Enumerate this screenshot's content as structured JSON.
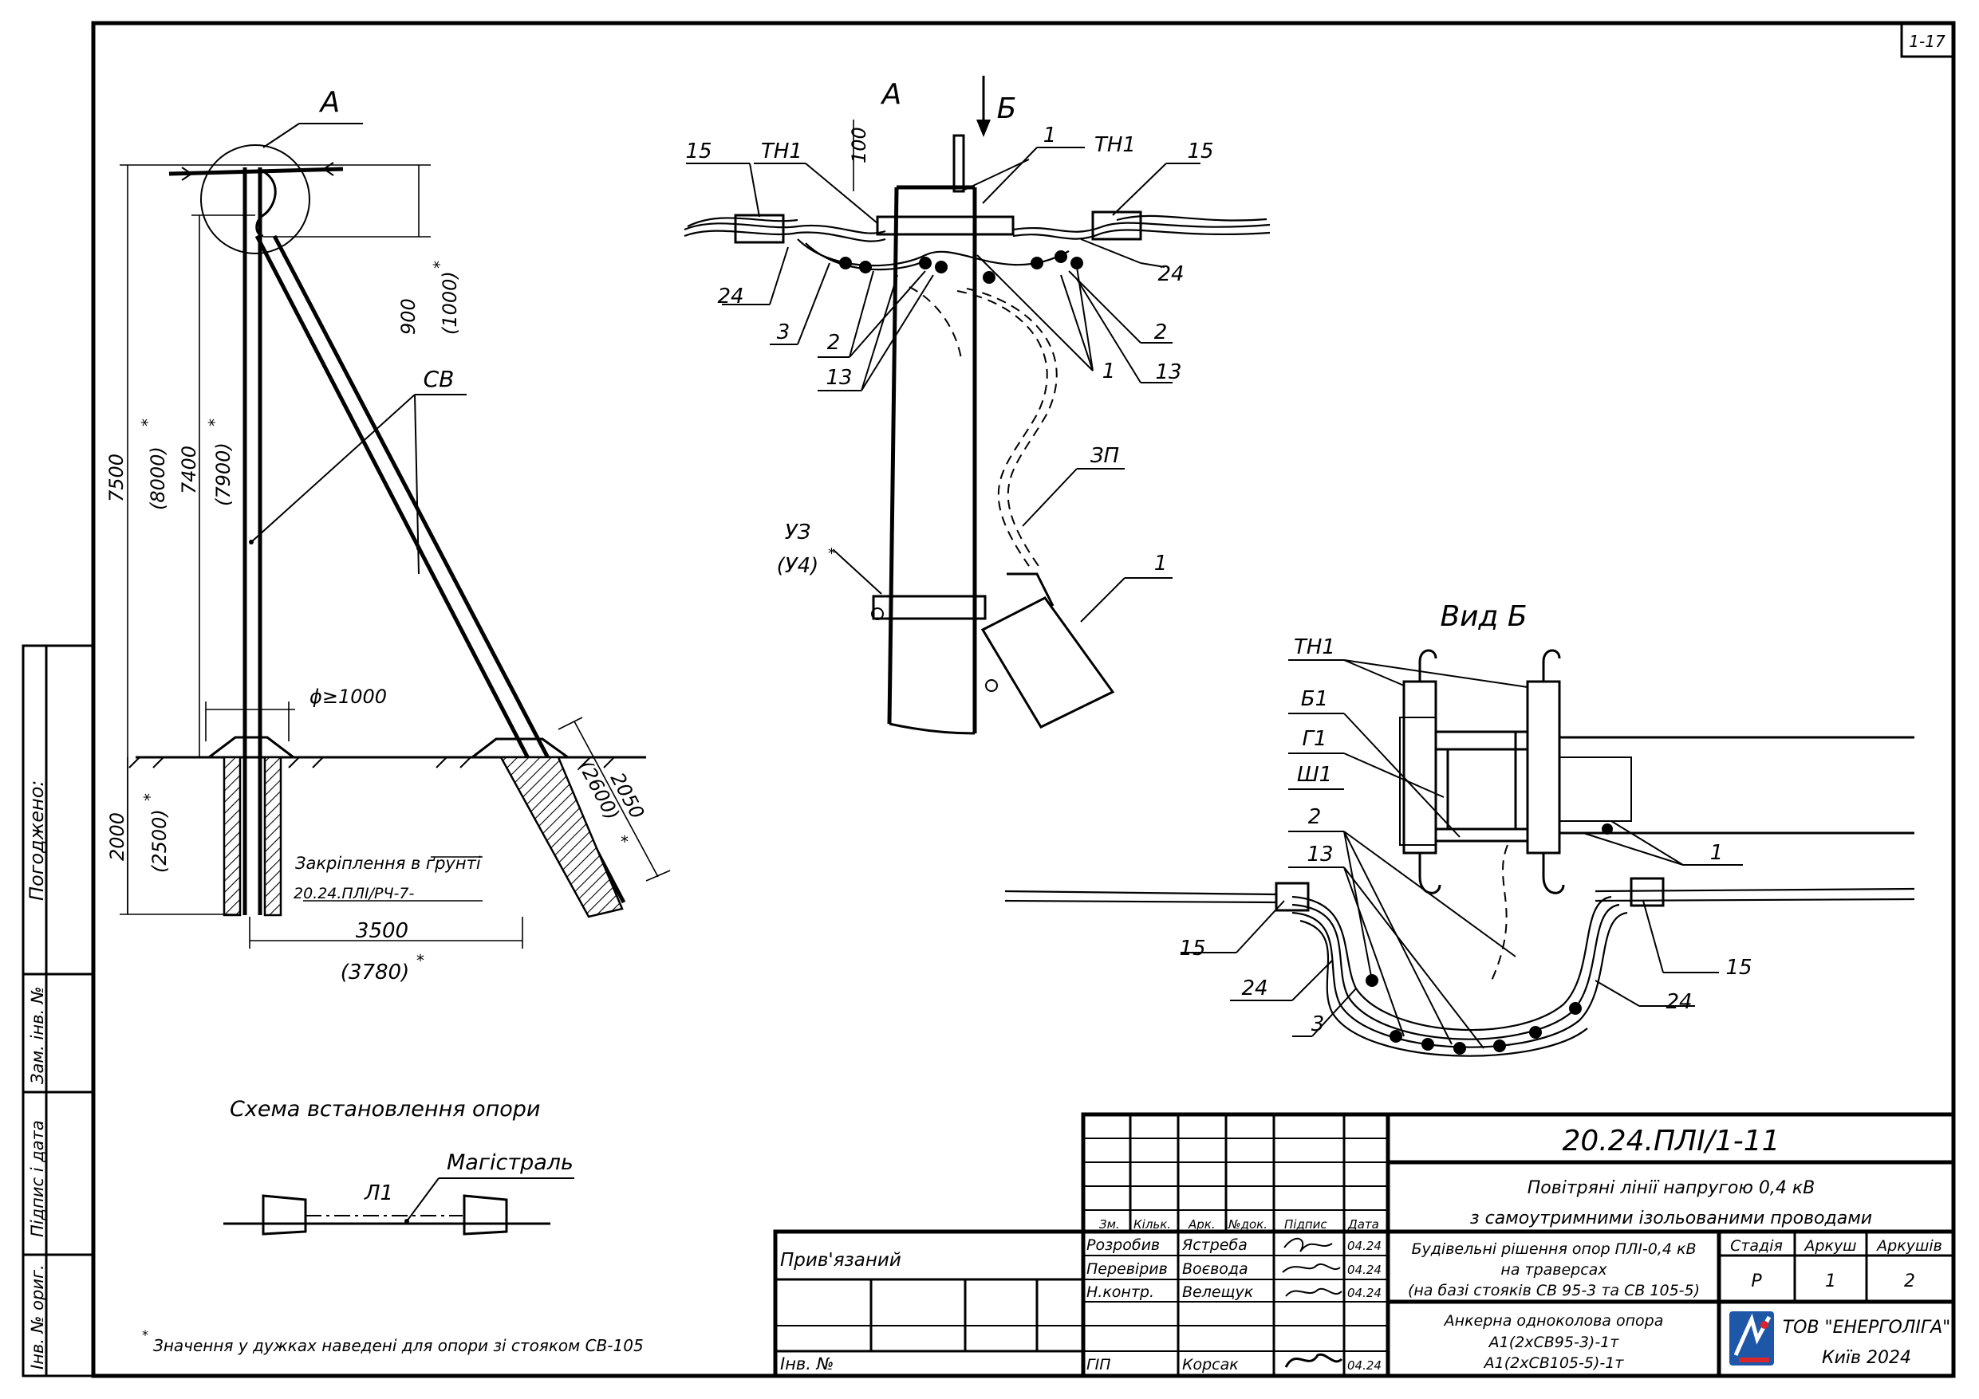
{
  "sheet": {
    "sheet_no": "1-17"
  },
  "left_view": {
    "view_mark": "A",
    "pole_label": "СВ",
    "dims": {
      "h_total": "7500",
      "h_total_alt": "(8000)",
      "h_pole": "7400",
      "h_pole_alt": "(7900)",
      "top_offset": "900",
      "top_offset_alt": "(1000)",
      "pit_diameter": "ϕ≥1000",
      "depth": "2000",
      "depth_alt": "(2500)",
      "strut_len": "2050",
      "strut_len_alt": "(2600)",
      "base": "3500",
      "base_alt": "(3780)",
      "star": "*"
    },
    "ground_fix_label": "Закріплення в ґрунті",
    "ground_fix_ref": "20.24.ПЛІ/РЧ-7-"
  },
  "detail_a": {
    "view_mark": "A",
    "view_b_mark": "Б",
    "dim_100": "100",
    "labels": [
      "15",
      "ТН1",
      "1",
      "ТН1",
      "15",
      "24",
      "24",
      "3",
      "2",
      "2",
      "13",
      "1",
      "13",
      "ЗП",
      "1"
    ],
    "u3": "УЗ",
    "u4": "(У4)",
    "star": "*"
  },
  "view_b": {
    "title": "Вид Б",
    "labels_left": [
      "ТН1",
      "Б1",
      "Г1",
      "Ш1",
      "2",
      "13"
    ],
    "labels_other": [
      "1",
      "15",
      "24",
      "3",
      "24",
      "15"
    ]
  },
  "scheme": {
    "title": "Схема встановлення опори",
    "line_label": "Л1",
    "main_label": "Магістраль"
  },
  "footnote": {
    "star": "*",
    "text": "Значення у дужках наведені для опори зі стояком СВ-105"
  },
  "side_stamp": {
    "agreed": "Погоджено:",
    "inv_replace": "Зам. інв. №",
    "sign_date": "Підпис і дата",
    "inv_orig": "Інв. № ориг."
  },
  "stamp": {
    "doc_code": "20.24.ПЛІ/1-11",
    "title_line1": "Повітряні лінії напругою 0,4 кВ",
    "title_line2": "з самоутримними ізольованими проводами",
    "section_line1": "Будівельні рішення опор ПЛІ-0,4 кВ",
    "section_line2": "на траверсах",
    "section_line3": "(на базі стояків СВ 95-3 та СВ 105-5)",
    "sheet_title_line1": "Анкерна одноколова опора",
    "sheet_title_line2": "А1(2хСВ95-3)-1т",
    "sheet_title_line3": "А1(2хСВ105-5)-1т",
    "col_headers": [
      "Зм.",
      "Кільк.",
      "Арк.",
      "№док.",
      "Підпис",
      "Дата"
    ],
    "rows": [
      {
        "role": "Розробив",
        "name": "Ястреба",
        "date": "04.24"
      },
      {
        "role": "Перевірив",
        "name": "Воєвода",
        "date": "04.24"
      },
      {
        "role": "Н.контр.",
        "name": "Велещук",
        "date": "04.24"
      },
      {
        "role": "ГІП",
        "name": "Корсак",
        "date": "04.24"
      }
    ],
    "stage_hdr": "Стадія",
    "sheet_hdr": "Аркуш",
    "sheets_hdr": "Аркушів",
    "stage": "Р",
    "sheet": "1",
    "sheets": "2",
    "company": "ТОВ \"ЕНЕРГОЛІГА\"",
    "city_year": "Київ 2024",
    "bound": "Прив'язаний",
    "inv_no": "Інв. №",
    "logo_color": "#1f57a8",
    "logo_accent": "#d8262c"
  }
}
